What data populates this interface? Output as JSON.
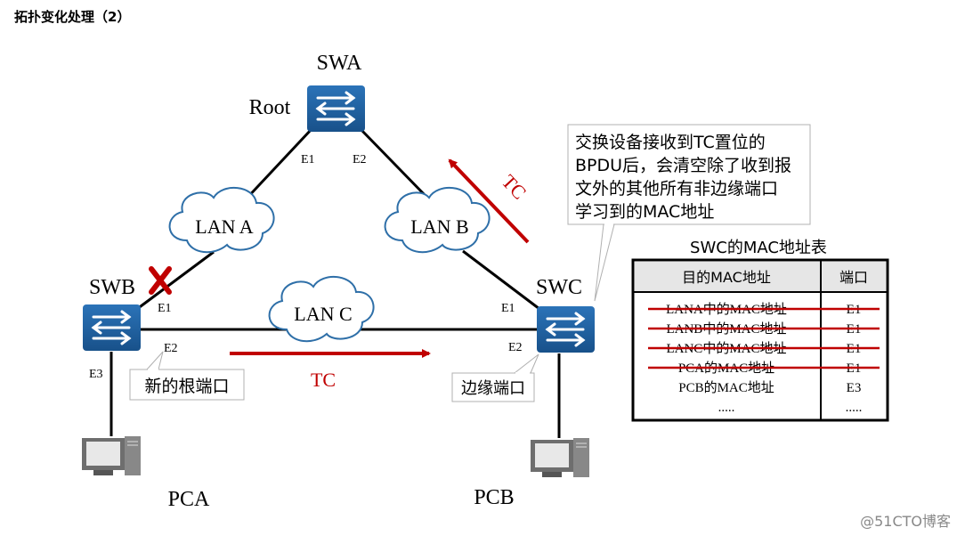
{
  "page": {
    "title": "拓扑变化处理（2）",
    "watermark": "@51CTO博客"
  },
  "colors": {
    "switch_blue": "#1f5f9e",
    "red": "#c00000",
    "cloud_stroke": "#2e6fa8",
    "callout_border": "#b0b0b0"
  },
  "devices": {
    "swa": {
      "name": "SWA",
      "role": "Root"
    },
    "swb": {
      "name": "SWB"
    },
    "swc": {
      "name": "SWC"
    },
    "pca": {
      "name": "PCA"
    },
    "pcb": {
      "name": "PCB"
    }
  },
  "lans": {
    "lan_a": "LAN A",
    "lan_b": "LAN B",
    "lan_c": "LAN C"
  },
  "ports": {
    "swa_e1": "E1",
    "swa_e2": "E2",
    "swb_e1": "E1",
    "swb_e2": "E2",
    "swb_e3": "E3",
    "swc_e1": "E1",
    "swc_e2": "E2"
  },
  "arrows": {
    "tc_up": "TC",
    "tc_right": "TC"
  },
  "callouts": {
    "new_root_port": "新的根端口",
    "edge_port": "边缘端口",
    "note_lines": [
      "交换设备接收到TC置位的",
      "BPDU后，会清空除了收到报",
      "文外的其他所有非边缘端口",
      "学习到的MAC地址"
    ]
  },
  "mac_table": {
    "caption": "SWC的MAC地址表",
    "headers": [
      "目的MAC地址",
      "端口"
    ],
    "rows": [
      {
        "addr": "LANA中的MAC地址",
        "port": "E1",
        "cleared": true
      },
      {
        "addr": "LANB中的MAC地址",
        "port": "E1",
        "cleared": true
      },
      {
        "addr": "LANC中的MAC地址",
        "port": "E1",
        "cleared": true
      },
      {
        "addr": "PCA的MAC地址",
        "port": "E1",
        "cleared": true
      },
      {
        "addr": "PCB的MAC地址",
        "port": "E3",
        "cleared": false
      },
      {
        "addr": ".....",
        "port": ".....",
        "cleared": false
      }
    ]
  }
}
